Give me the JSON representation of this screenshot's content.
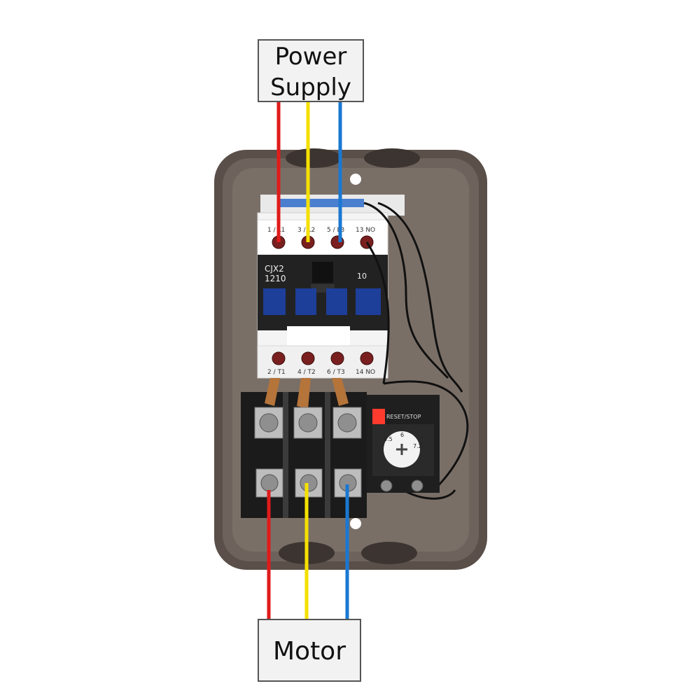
{
  "labels": {
    "power_line1": "Power",
    "power_line2": "Supply",
    "motor": "Motor"
  },
  "contactor": {
    "model_line1": "CJX2",
    "model_line2": "1210",
    "aux_code": "10",
    "top_terminals": [
      "1 / L1",
      "3 / L2",
      "5 / L3",
      "13 NO"
    ],
    "bottom_terminals": [
      "2 / T1",
      "4 / T2",
      "6 / T3",
      "14 NO"
    ]
  },
  "overload_relay": {
    "button_label": "RESET/STOP",
    "dial_marks": [
      "4.5",
      "6",
      "7.2"
    ]
  },
  "wire_colors": {
    "phase1": "#e01b1b",
    "phase2": "#f5e000",
    "phase3": "#1a78d2"
  }
}
